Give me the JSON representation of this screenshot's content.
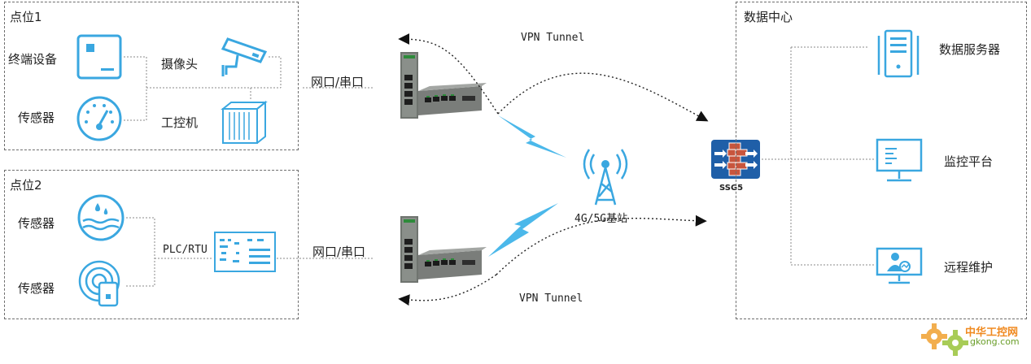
{
  "site1": {
    "title": "点位1",
    "terminal_device": "终端设备",
    "sensor": "传感器",
    "camera": "摄像头",
    "ipc": "工控机",
    "link": "网口/串口"
  },
  "site2": {
    "title": "点位2",
    "sensor_top": "传感器",
    "sensor_bottom": "传感器",
    "plc": "PLC/RTU",
    "link": "网口/串口"
  },
  "network": {
    "tunnel_top": "VPN Tunnel",
    "tunnel_bottom": "VPN Tunnel",
    "base_station": "4G/5G基站",
    "firewall": "SSG5"
  },
  "datacenter": {
    "title": "数据中心",
    "server": "数据服务器",
    "monitor": "监控平台",
    "maintenance": "远程维护"
  },
  "watermark": {
    "text1": "中华工控网",
    "text2": "gkong.com"
  },
  "colors": {
    "icon_blue": "#3aa7e0",
    "firewall_blue": "#1f5fa8",
    "brick": "#c8553d",
    "router_gray": "#7a7d7a"
  }
}
